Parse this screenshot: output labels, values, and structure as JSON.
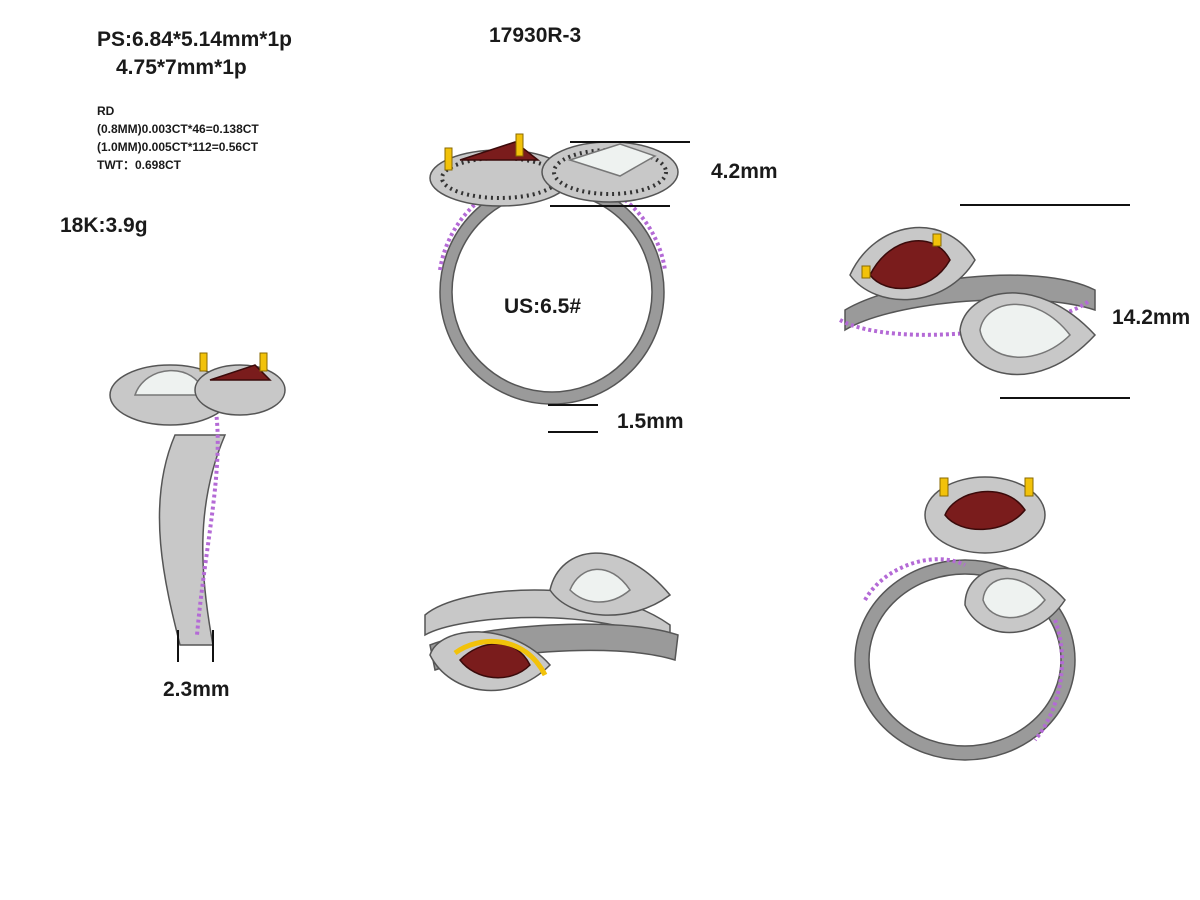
{
  "title": "17930R-3",
  "stones": {
    "line1": "PS:6.84*5.14mm*1p",
    "line2": "4.75*7mm*1p"
  },
  "specs": {
    "heading": "RD",
    "line1": "(0.8MM)0.003CT*46=0.138CT",
    "line2": "(1.0MM)0.005CT*112=0.56CT",
    "line3": "TWT：0.698CT"
  },
  "metal_weight": "18K:3.9g",
  "ring_size": "US:6.5#",
  "dimensions": {
    "height": "4.2mm",
    "band_top": "1.5mm",
    "length": "14.2mm",
    "band_side": "2.3mm"
  },
  "colors": {
    "metal": "#c8c8c8",
    "pave_accent": "#b46ad6",
    "ruby": "#7a1c1c",
    "diamond": "#eef2f0",
    "prong_gold": "#f2c20a"
  }
}
